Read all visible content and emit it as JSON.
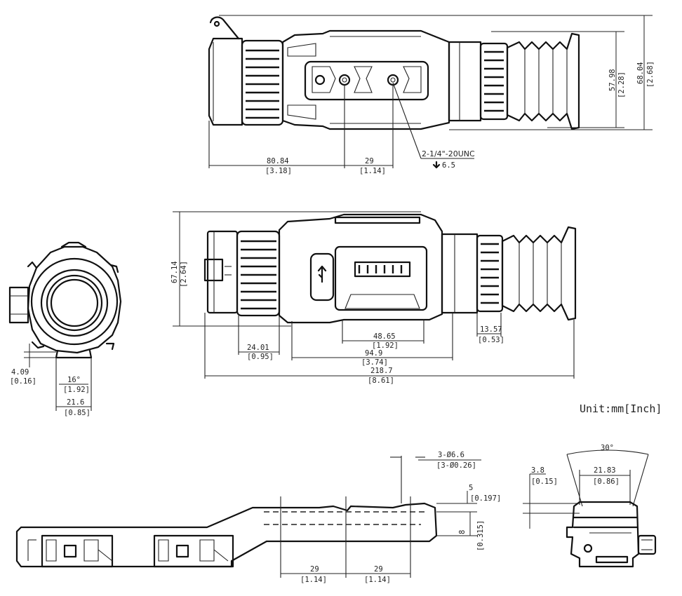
{
  "unit_label": "Unit:mm[Inch]",
  "top_view": {
    "dim_80_84": "80.84",
    "dim_80_84_in": "[3.18]",
    "dim_29": "29",
    "dim_29_in": "[1.14]",
    "dim_57_98": "57.98",
    "dim_57_98_in": "[2.28]",
    "dim_68_04": "68.04",
    "dim_68_04_in": "[2.68]",
    "thread_label": "2-1/4\"-20UNC",
    "thread_depth": "6.5"
  },
  "side_view": {
    "dim_67_14": "67.14",
    "dim_67_14_in": "[2.64]",
    "dim_24_01": "24.01",
    "dim_24_01_in": "[0.95]",
    "dim_48_65": "48.65",
    "dim_48_65_in": "[1.92]",
    "dim_94_9": "94.9",
    "dim_94_9_in": "[3.74]",
    "dim_13_57": "13.57",
    "dim_13_57_in": "[0.53]",
    "dim_218_7": "218.7",
    "dim_218_7_in": "[8.61]"
  },
  "front_view": {
    "dim_4_09": "4.09",
    "dim_4_09_in": "[0.16]",
    "angle": "16°",
    "angle_in": "[1.92]",
    "dim_21_6": "21.6",
    "dim_21_6_in": "[0.85]"
  },
  "mount_side": {
    "holes": "3-Ø6.6",
    "holes_in": "[3-Ø0.26]",
    "dim_5": "5",
    "dim_5_in": "[0.197]",
    "dim_8": "8",
    "dim_8_in": "[0.315]",
    "dim_29a": "29",
    "dim_29a_in": "[1.14]",
    "dim_29b": "29",
    "dim_29b_in": "[1.14]"
  },
  "mount_end": {
    "angle": "30°",
    "dim_21_83": "21.83",
    "dim_21_83_in": "[0.86]",
    "dim_3_8": "3.8",
    "dim_3_8_in": "[0.15]"
  }
}
